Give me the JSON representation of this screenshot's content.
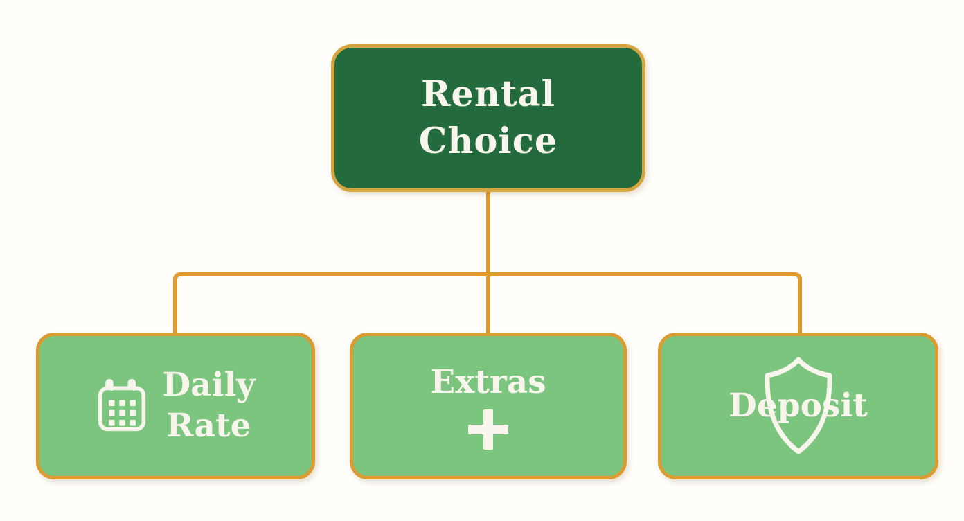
{
  "root": {
    "lines": [
      "Rental",
      "Choice"
    ]
  },
  "children": {
    "daily_rate": {
      "lines": [
        "Daily",
        "Rate"
      ],
      "icon": "calendar-icon"
    },
    "extras": {
      "label": "Extras",
      "plus_symbol": "+",
      "icon": "plus-icon"
    },
    "deposit": {
      "label": "Deposit",
      "icon": "shield-icon"
    }
  },
  "colors": {
    "root_fill": "#236a3c",
    "root_border": "#d4a53e",
    "child_fill": "#7cc57f",
    "child_border": "#dd9a2f",
    "connector": "#dd9a2f",
    "label_text": "#f7f5ec",
    "background": "#fffefb"
  }
}
